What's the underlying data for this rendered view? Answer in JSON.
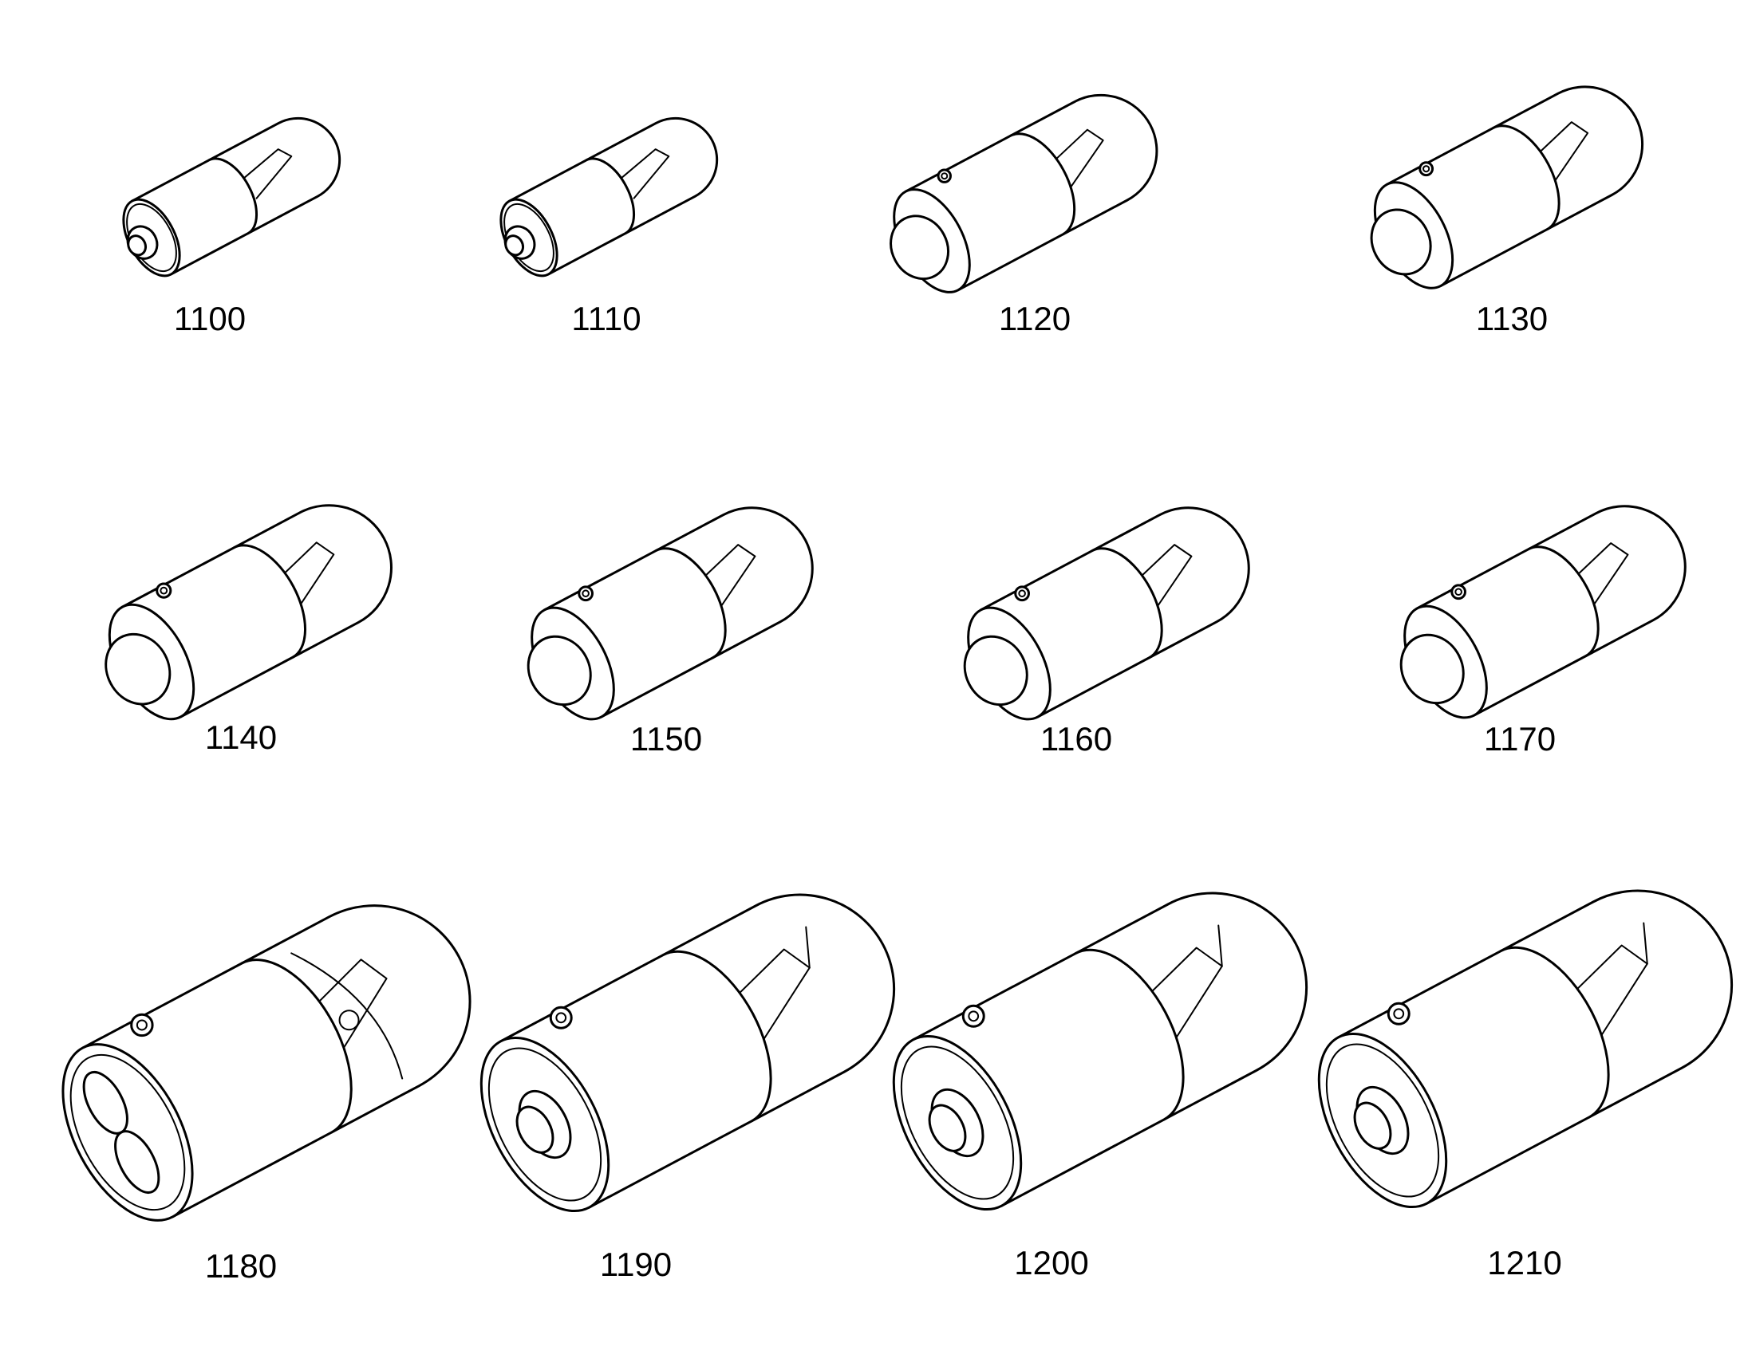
{
  "figures": [
    {
      "label": "1100",
      "variant": "small-flange"
    },
    {
      "label": "1110",
      "variant": "small-flange"
    },
    {
      "label": "1120",
      "variant": "bayonet-small"
    },
    {
      "label": "1130",
      "variant": "bayonet-small"
    },
    {
      "label": "1140",
      "variant": "bayonet-medium"
    },
    {
      "label": "1150",
      "variant": "bayonet-medium"
    },
    {
      "label": "1160",
      "variant": "bayonet-medium"
    },
    {
      "label": "1170",
      "variant": "bayonet-medium"
    },
    {
      "label": "1180",
      "variant": "bayonet-large-double"
    },
    {
      "label": "1190",
      "variant": "bayonet-large"
    },
    {
      "label": "1200",
      "variant": "bayonet-large"
    },
    {
      "label": "1210",
      "variant": "bayonet-large"
    }
  ],
  "colors": {
    "line": "#000000",
    "background": "#ffffff"
  }
}
